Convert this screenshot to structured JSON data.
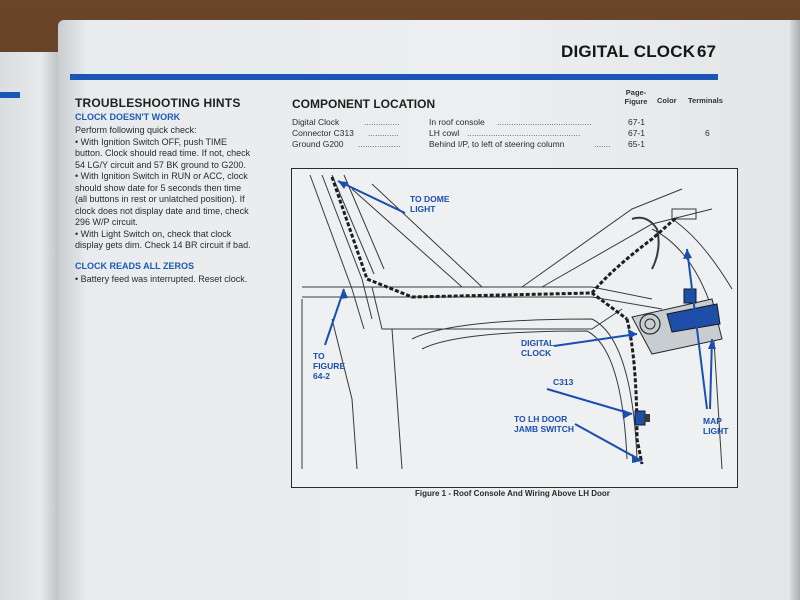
{
  "header": {
    "title": "DIGITAL CLOCK",
    "page_number": "67"
  },
  "troubleshooting": {
    "heading": "TROUBLESHOOTING HINTS",
    "subheading_1": "CLOCK DOESN'T WORK",
    "lines": [
      "Perform following quick check:",
      "• With Ignition Switch OFF, push TIME",
      "button. Clock should read time. If not, check",
      "54 LG/Y circuit and 57 BK ground to G200.",
      "• With Ignition Switch in RUN or ACC, clock",
      "should show date for 5 seconds then time",
      "(all buttons in rest or unlatched position). If",
      "clock does not display date and time, check",
      "296 W/P circuit.",
      "• With Light Switch on, check that clock",
      "display gets dim. Check 14 BR circuit if bad."
    ],
    "subheading_2": "CLOCK READS ALL ZEROS",
    "zeros_line": "• Battery feed was interrupted. Reset clock."
  },
  "component_location": {
    "heading": "COMPONENT LOCATION",
    "col_page": "Page-Figure",
    "col_color": "Color",
    "col_terminals": "Terminals",
    "rows": [
      {
        "name": "Digital Clock",
        "location": "In roof console",
        "page": "67-1",
        "color": "",
        "terminals": ""
      },
      {
        "name": "Connector C313",
        "location": "LH cowl",
        "page": "67-1",
        "color": "",
        "terminals": "6"
      },
      {
        "name": "Ground G200",
        "location": "Behind I/P, to left of steering column",
        "page": "65-1",
        "color": "",
        "terminals": ""
      }
    ]
  },
  "figure": {
    "labels": {
      "dome_light": "TO DOME LIGHT",
      "to_figure": "TO FIGURE 64-2",
      "digital_clock": "DIGITAL CLOCK",
      "c313": "C313",
      "door_jamb": "TO LH DOOR JAMB SWITCH",
      "map_light": "MAP LIGHT"
    },
    "caption": "Figure 1 - Roof Console And Wiring Above LH Door"
  },
  "colors": {
    "accent_blue": "#1b56b6",
    "paper": "#eceeef",
    "text": "#2a2a2a"
  }
}
